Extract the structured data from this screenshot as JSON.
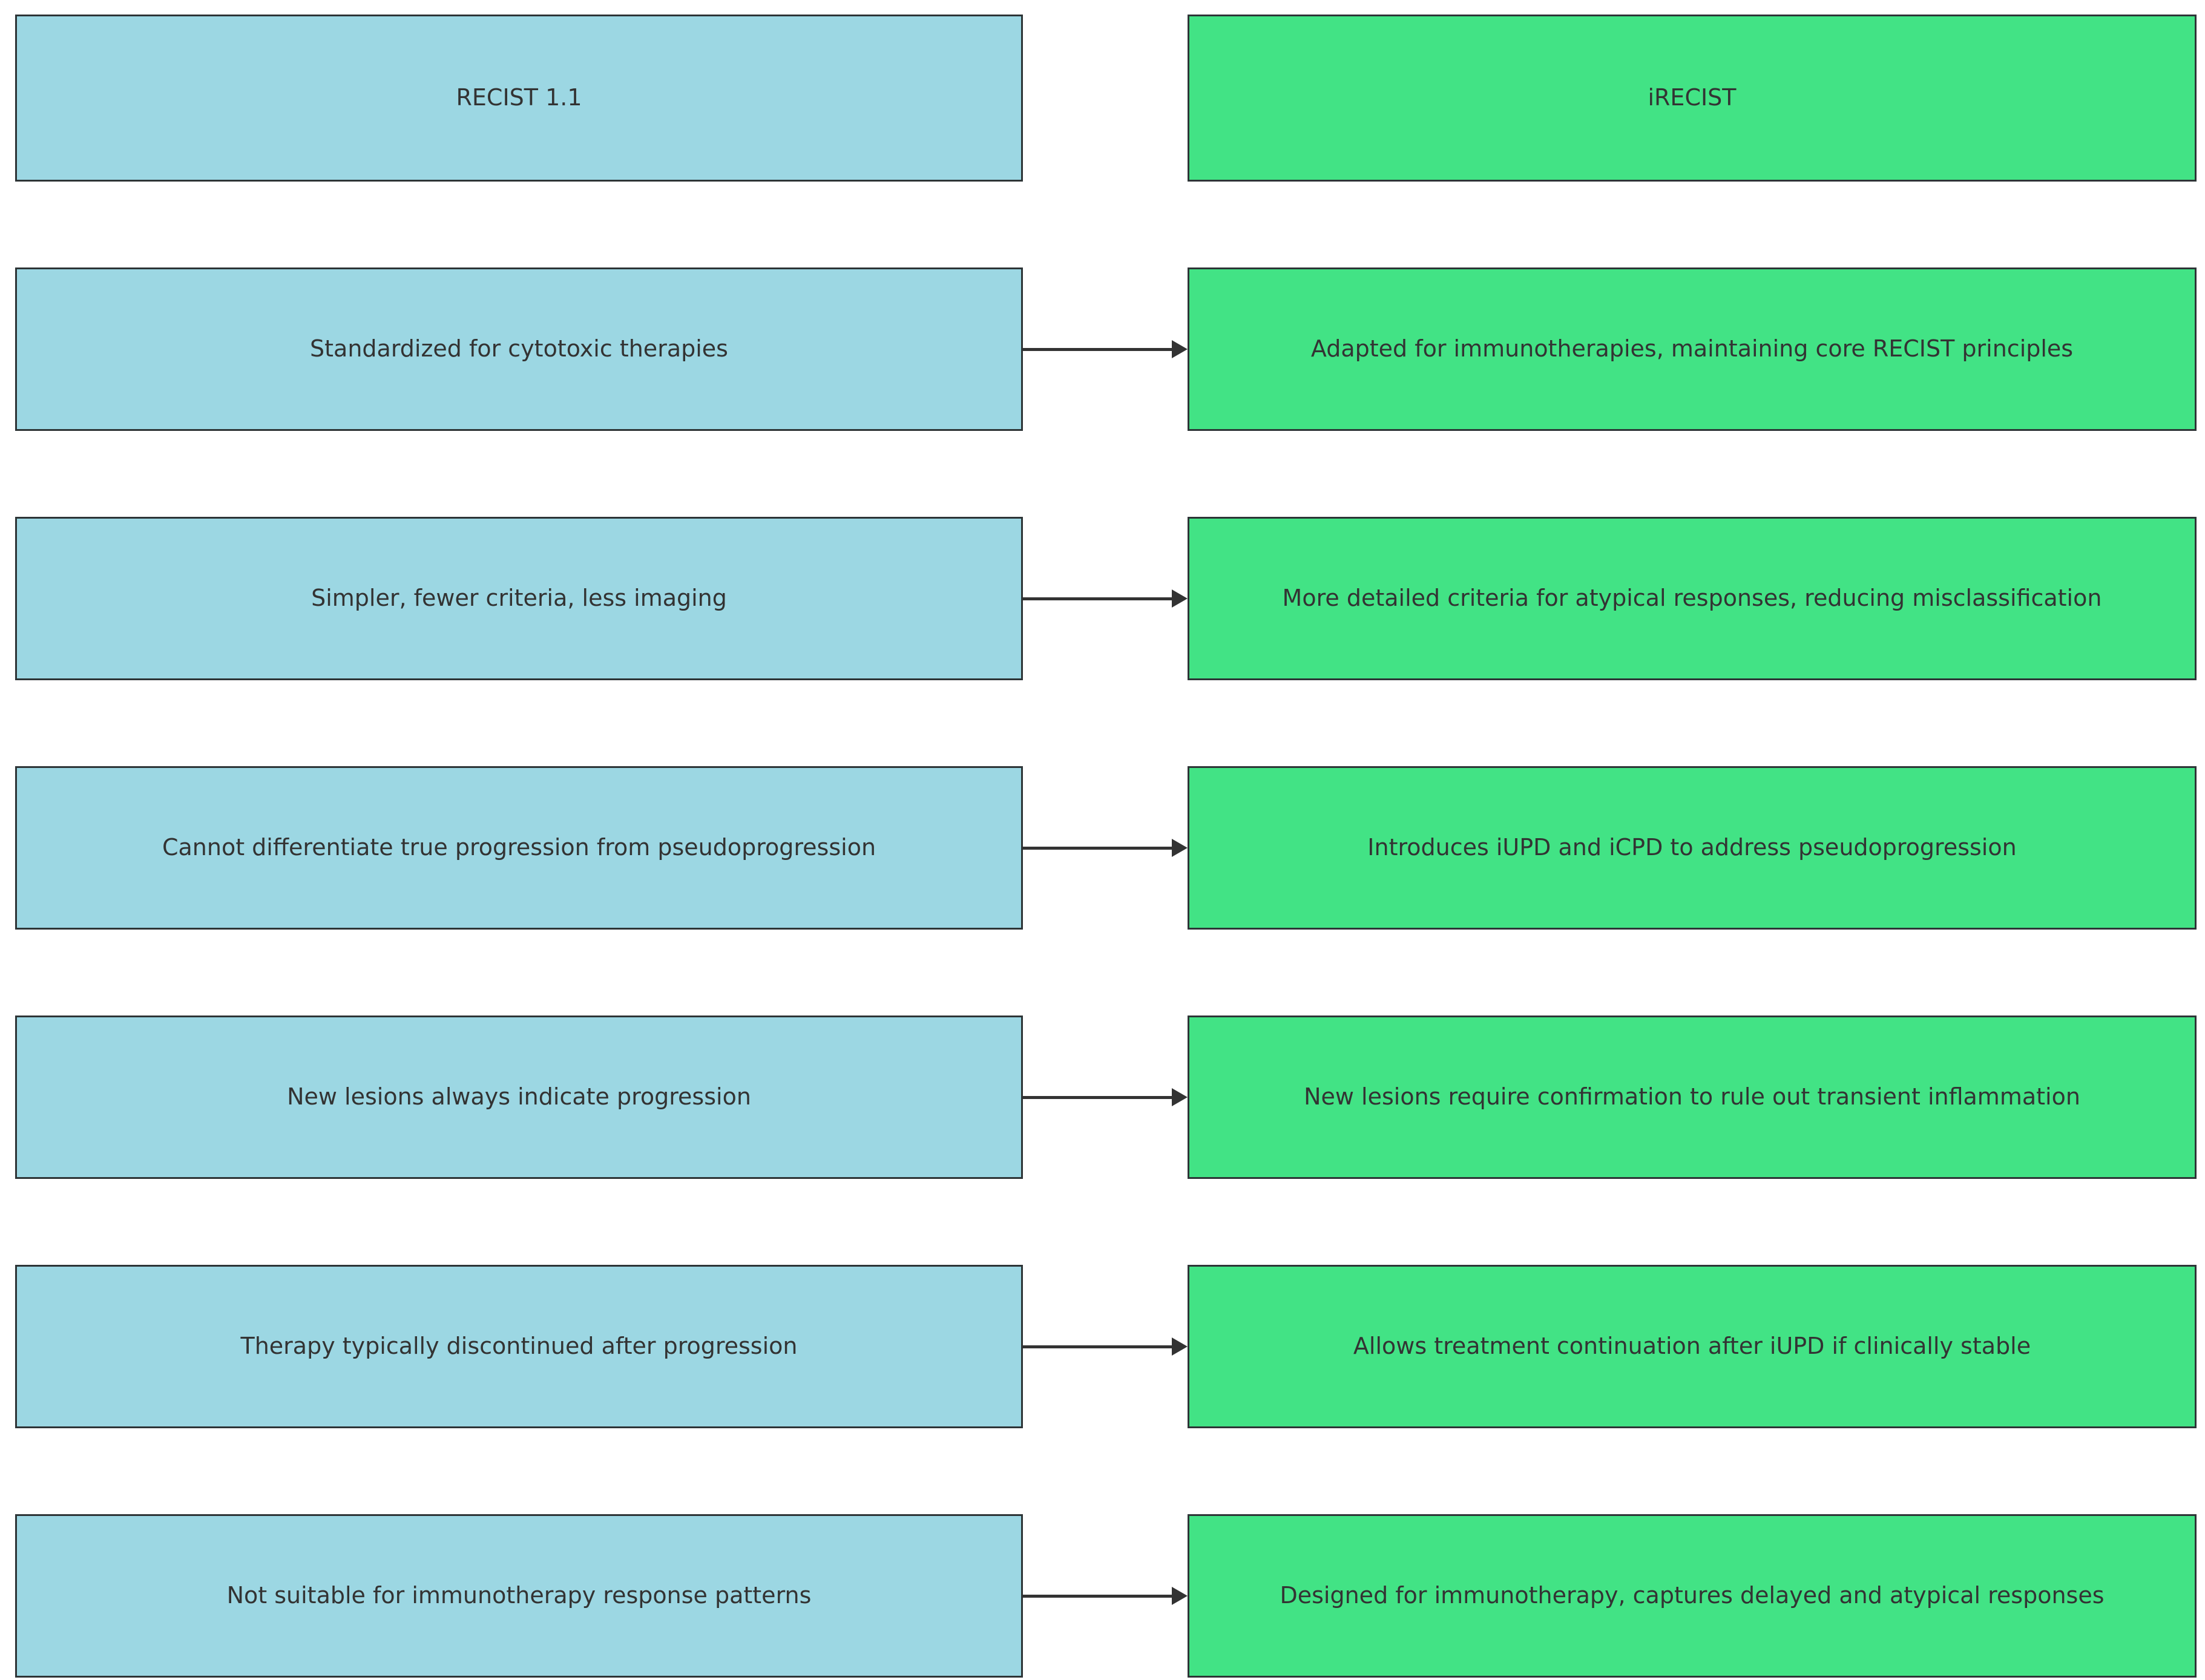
{
  "colors": {
    "blue": "#9cd7e3",
    "green": "#42e385",
    "border": "#2d3436",
    "arrow": "#333333",
    "text": "#333333",
    "bg": "#ffffff"
  },
  "header": {
    "left": "RECIST 1.1",
    "right": "iRECIST"
  },
  "rows": [
    {
      "left": "Standardized for cytotoxic therapies",
      "right": "Adapted for immunotherapies, maintaining core RECIST principles"
    },
    {
      "left": "Simpler, fewer criteria, less imaging",
      "right": "More detailed criteria for atypical responses, reducing misclassification"
    },
    {
      "left": "Cannot differentiate true progression from pseudoprogression",
      "right": "Introduces iUPD and iCPD to address pseudoprogression"
    },
    {
      "left": "New lesions always indicate progression",
      "right": "New lesions require confirmation to rule out transient inflammation"
    },
    {
      "left": "Therapy typically discontinued after progression",
      "right": "Allows treatment continuation after iUPD if clinically stable"
    },
    {
      "left": "Not suitable for immunotherapy response patterns",
      "right": "Designed for immunotherapy, captures delayed and atypical responses"
    }
  ]
}
